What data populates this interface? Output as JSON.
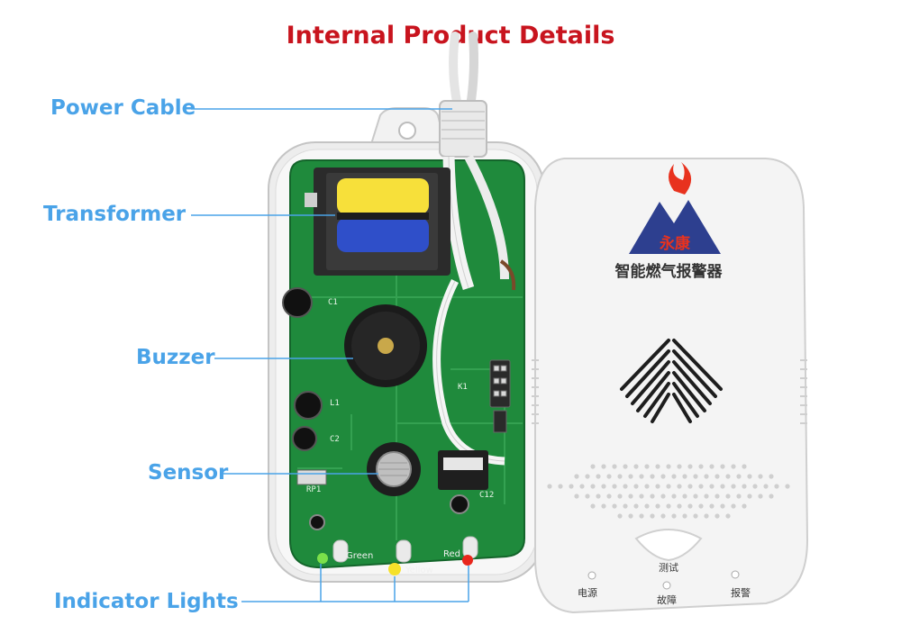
{
  "title": "Internal Product Details",
  "labels": {
    "power_cable": "Power Cable",
    "transformer": "Transformer",
    "buzzer": "Buzzer",
    "sensor": "Sensor",
    "indicator_lights": "Indicator Lights"
  },
  "device": {
    "brand": "永康",
    "product_name": "智能燃气报警器",
    "test_label": "测试",
    "status_labels": [
      "电源",
      "故障",
      "报警"
    ]
  },
  "board": {
    "led_labels": [
      "Green",
      "Yellow",
      "Red"
    ],
    "silkscreen": [
      "C1",
      "L1",
      "C2",
      "K1",
      "C12",
      "RP1"
    ]
  },
  "colors": {
    "title": "#c8141e",
    "label": "#4aa3e8",
    "pcb": "#1f8a3c",
    "led_green": "#7be04a",
    "led_yellow": "#f5e12a",
    "led_red": "#e8261c",
    "transformer_yellow": "#f7e03a",
    "transformer_blue": "#2f4fc9"
  }
}
